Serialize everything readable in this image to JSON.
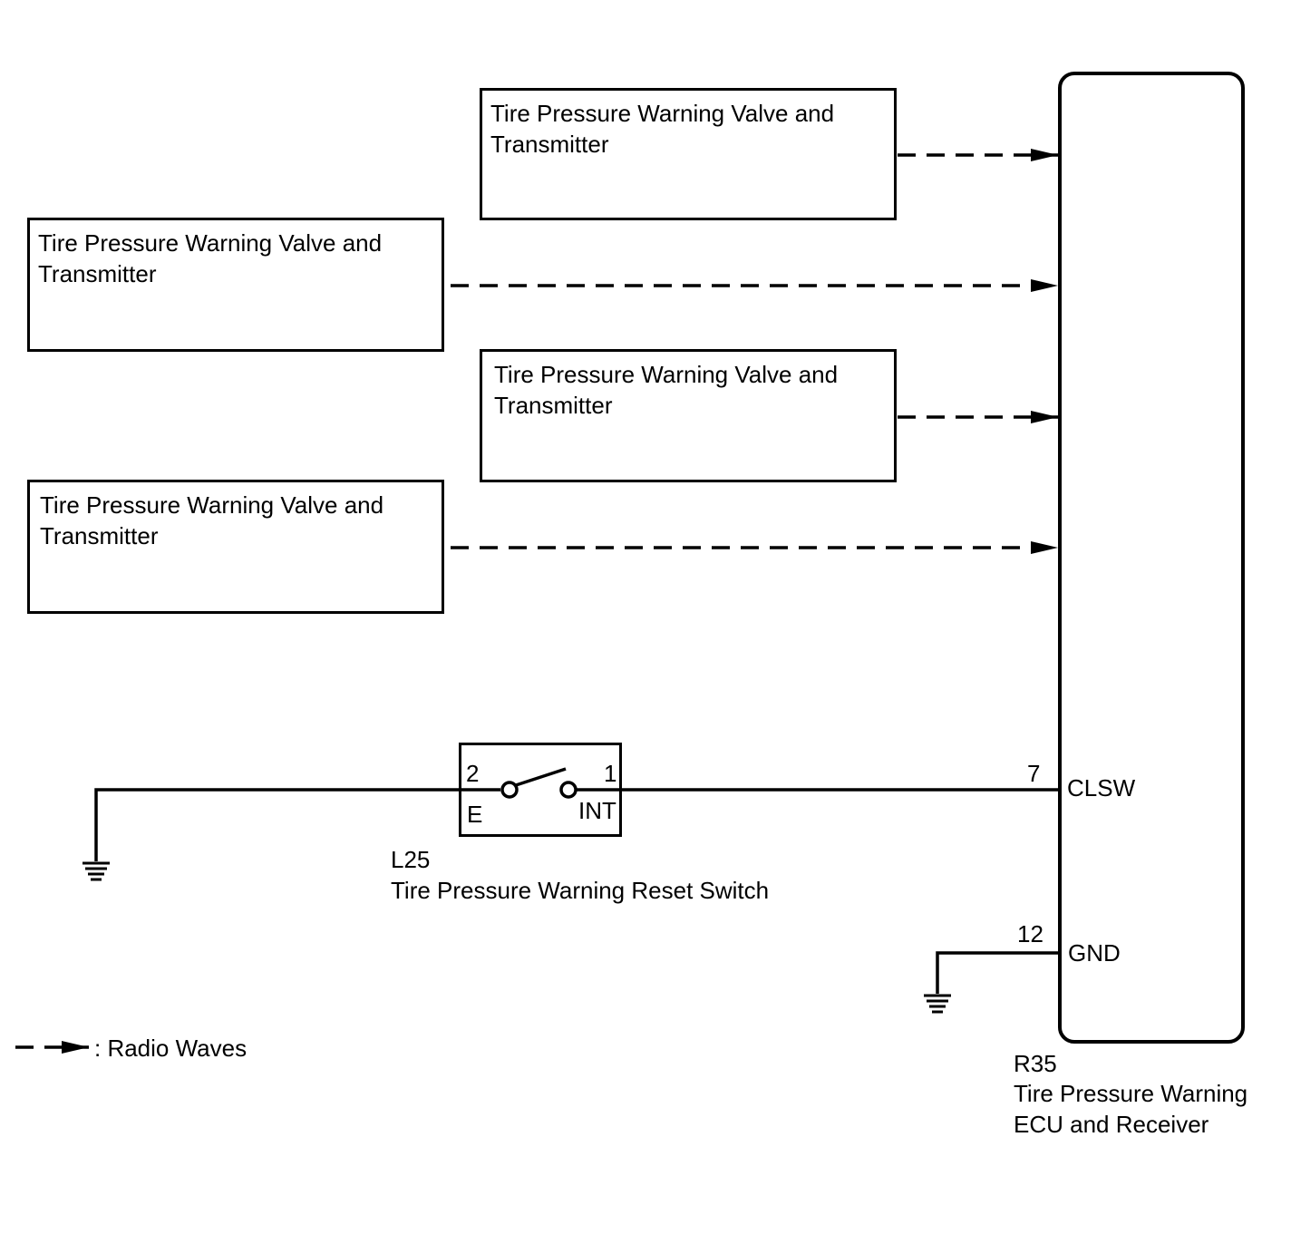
{
  "transmitters": [
    {
      "label": "Tire Pressure Warning Valve and Transmitter"
    },
    {
      "label": "Tire Pressure Warning Valve and Transmitter"
    },
    {
      "label": "Tire Pressure Warning Valve and Transmitter"
    },
    {
      "label": "Tire Pressure Warning Valve and Transmitter"
    }
  ],
  "switch": {
    "code": "L25",
    "name": "Tire Pressure Warning Reset Switch",
    "pin_left": "2",
    "pin_right": "1",
    "term_left": "E",
    "term_right": "INT"
  },
  "ecu": {
    "code": "R35",
    "name_line1": "Tire Pressure Warning",
    "name_line2": "ECU and Receiver",
    "pins": [
      {
        "number": "7",
        "name": "CLSW"
      },
      {
        "number": "12",
        "name": "GND"
      }
    ]
  },
  "legend": {
    "label": ": Radio Waves"
  }
}
